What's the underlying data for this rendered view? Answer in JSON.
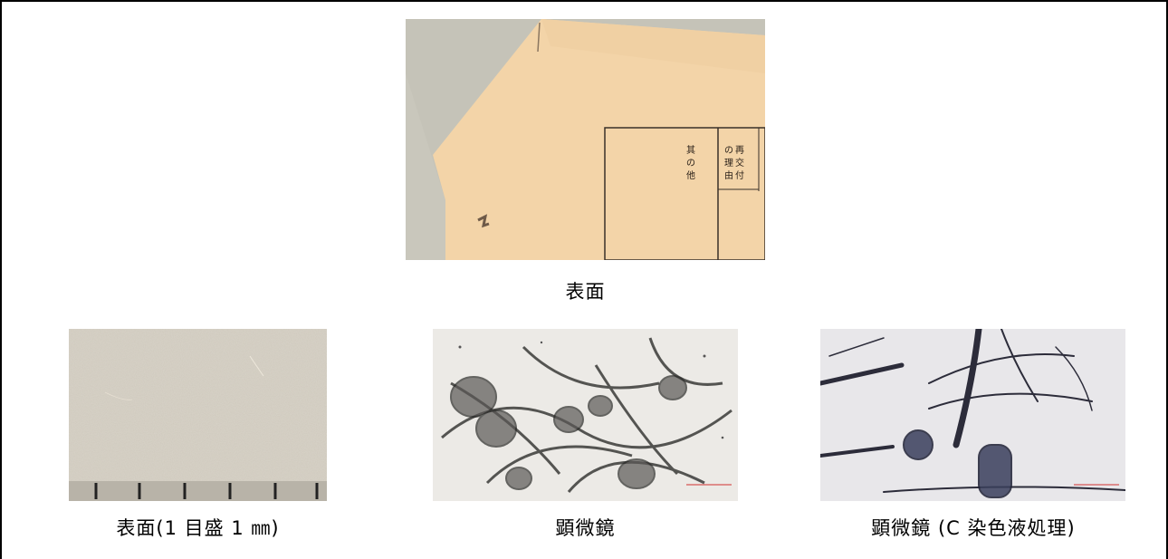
{
  "top_photo": {
    "caption": "表面",
    "form_labels": {
      "col1": [
        "其",
        "の",
        "他"
      ],
      "col2": [
        "の",
        "理",
        "由"
      ],
      "col3": [
        "再",
        "交",
        "付"
      ]
    }
  },
  "bottom_photos": [
    {
      "caption": "表面(1 目盛 1 ㎜)"
    },
    {
      "caption": "顕微鏡"
    },
    {
      "caption": "顕微鏡 (C 染色液処理)"
    }
  ]
}
